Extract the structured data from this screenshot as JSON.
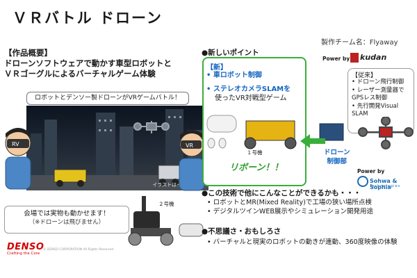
{
  "title": "ＶＲバトル ドローン",
  "team": "製作チーム名：Flyaway",
  "overview": {
    "heading": "【作品概要】",
    "desc_line1": "ドローンソフトウェアで動かす車型ロボットと",
    "desc_line2": "ＶＲゴーグルによるバーチャルゲーム体験"
  },
  "callout_top": "ロボットとデンソー製ドローンがVRゲームバトル！",
  "scene_caption": "イラストはイメージです",
  "bubble": {
    "line1": "会場では実物も動かせます！",
    "line2": "（※ドローンは飛びません）"
  },
  "robot2_label": "２号機",
  "brand": {
    "name": "DENSO",
    "tagline": "Crafting the Core",
    "copyright": "© DENSO CORPORATION All Rights Reserved."
  },
  "new_points": {
    "heading": "●新しいポイント",
    "tag": "【新】",
    "item1": "•  車ロボット制御",
    "item2_line1": "•  ステレオカメラSLAMを",
    "item2_line2": "使ったVR対戦型ゲーム",
    "robot1_label": "１号機",
    "reborn": "リボーン！！"
  },
  "partner1": {
    "power_by": "Power by",
    "name": "kudan"
  },
  "legacy": {
    "tag": "【従来】",
    "items": [
      "• ドローン飛行制御",
      "• レーザー測量器で",
      "   GPSレス制御",
      "• 先行開発Visual",
      "   SLAM"
    ]
  },
  "drone_section": {
    "line1": "ドローン",
    "line2": "制御部"
  },
  "partner2": {
    "power_by": "Power by",
    "name": "Sohwa & Sophia",
    "sub": "Technologies"
  },
  "capabilities": {
    "heading": "●この技術で他にこんなことができるかも・・・",
    "items": [
      "•  ロボットとMR(Mixed Reality)で工場の狭い場所点検",
      "•  デジタルツインWEB展示やシミュレーション開発用途"
    ]
  },
  "wonder": {
    "heading": "●不思議さ・おもしろさ",
    "items": [
      "•  バーチャルと現実のロボットの動きが連動、360度映像の体験"
    ]
  },
  "colors": {
    "accent_green": "#3aae3a",
    "accent_blue": "#1565c0",
    "brand_red": "#d40000"
  }
}
